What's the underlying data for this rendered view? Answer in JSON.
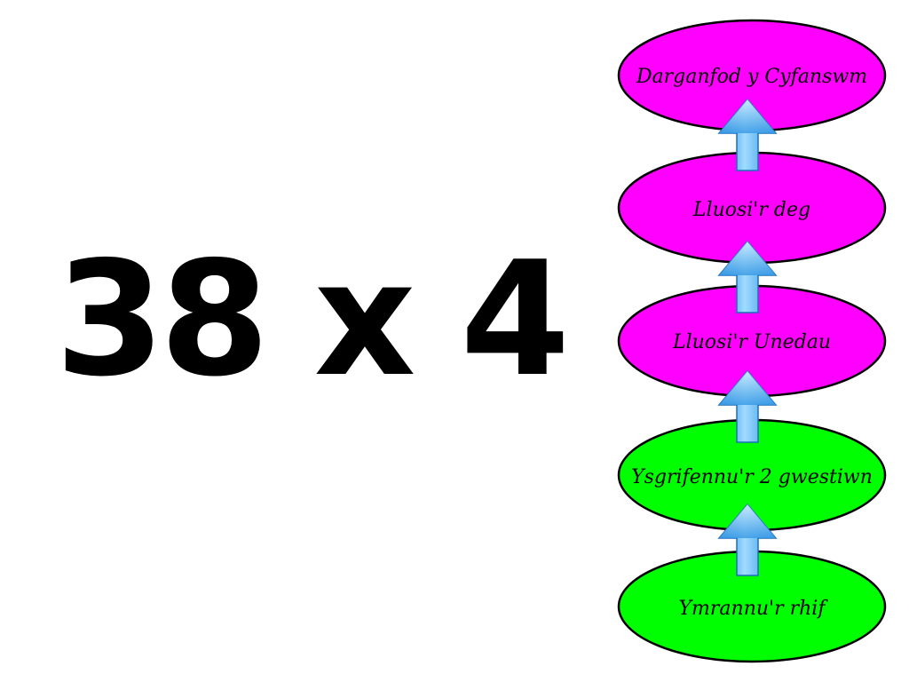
{
  "problem": {
    "text": "38 x 4"
  },
  "colors": {
    "magenta": "#ff00ff",
    "green": "#00ff00",
    "outline": "#000000",
    "arrow_light": "#9fdcff",
    "arrow_dark": "#1d7fd6"
  },
  "steps": [
    {
      "label": "Darganfod y Cyfanswm",
      "color": "magenta"
    },
    {
      "label": "Lluosi'r deg",
      "color": "magenta"
    },
    {
      "label": "Lluosi'r Unedau",
      "color": "magenta"
    },
    {
      "label": "Ysgrifennu'r 2 gwestiwn",
      "color": "green"
    },
    {
      "label": "Ymrannu'r rhif",
      "color": "green"
    }
  ],
  "arrow_icon": "up-arrow-icon"
}
